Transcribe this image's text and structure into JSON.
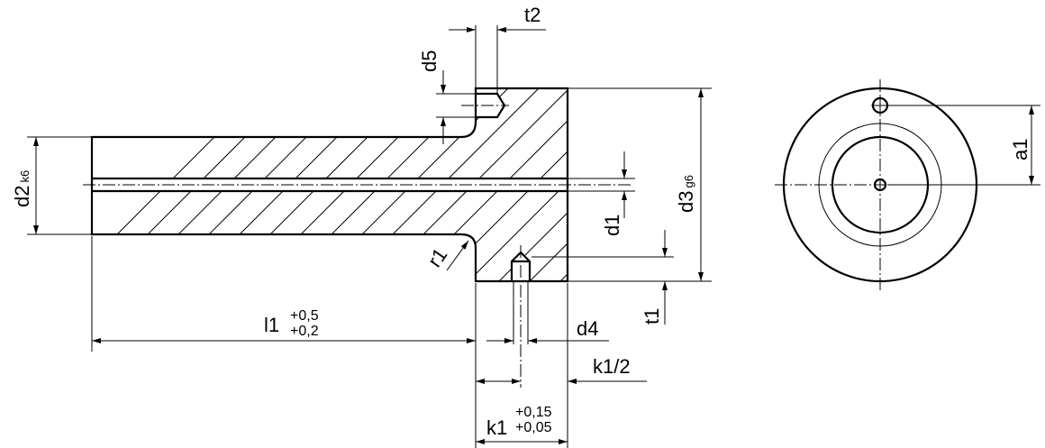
{
  "labels": {
    "d2": "d2",
    "d2_sub": "k6",
    "d3": "d3",
    "d3_sub": "g6",
    "d1": "d1",
    "d4": "d4",
    "d5": "d5",
    "t1": "t1",
    "t2": "t2",
    "r1": "r1",
    "l1": "l1",
    "l1_tol_upper": "+0,5",
    "l1_tol_lower": "+0,2",
    "k1": "k1",
    "k1_tol_upper": "+0,15",
    "k1_tol_lower": "+0,05",
    "k1_half": "k1/2",
    "a1": "a1"
  }
}
